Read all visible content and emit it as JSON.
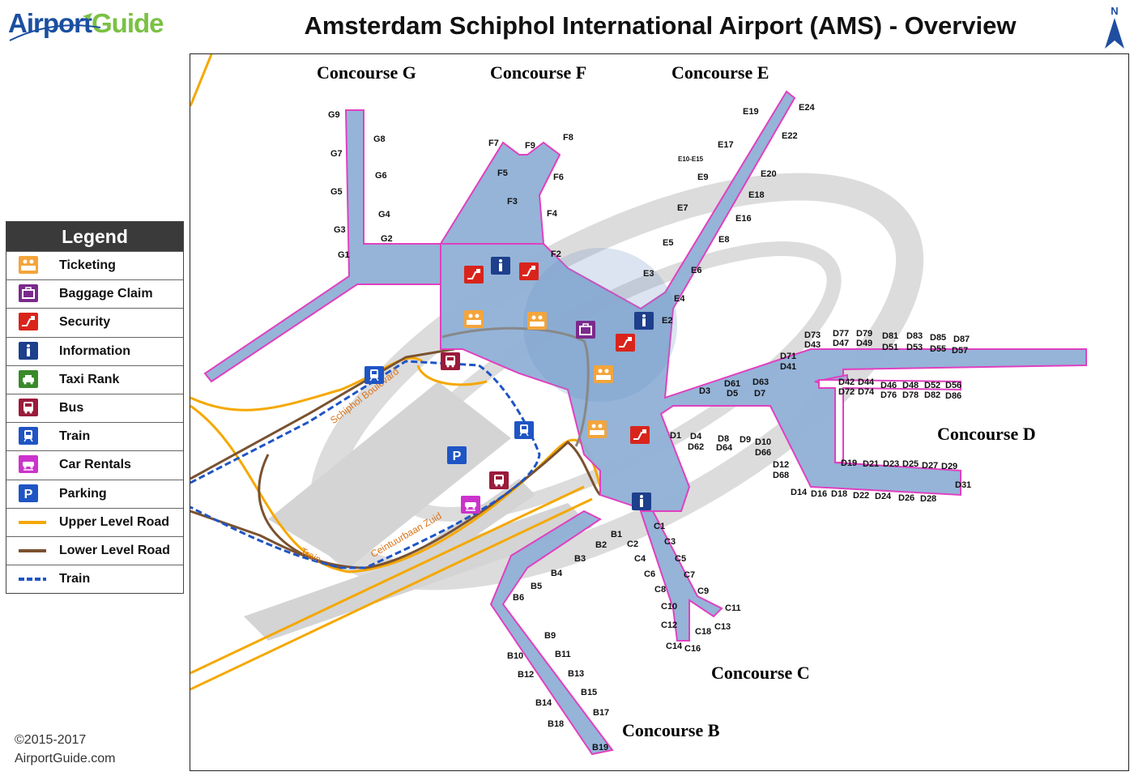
{
  "header": {
    "logo_part1": "Airport",
    "logo_part2": "Guide",
    "title": "Amsterdam Schiphol International Airport (AMS) - Overview"
  },
  "legend": {
    "title": "Legend",
    "items": [
      {
        "label": "Ticketing",
        "icon": "ticketing-icon",
        "color": "#f3a53b"
      },
      {
        "label": "Baggage Claim",
        "icon": "baggage-claim-icon",
        "color": "#7b2a8c"
      },
      {
        "label": "Security",
        "icon": "security-icon",
        "color": "#d9241c"
      },
      {
        "label": "Information",
        "icon": "information-icon",
        "color": "#1d3f8c"
      },
      {
        "label": "Taxi Rank",
        "icon": "taxi-icon",
        "color": "#3a8a2a"
      },
      {
        "label": "Bus",
        "icon": "bus-icon",
        "color": "#9b1b3a"
      },
      {
        "label": "Train",
        "icon": "train-icon",
        "color": "#1f55c4"
      },
      {
        "label": "Car Rentals",
        "icon": "car-rental-icon",
        "color": "#cc33cc"
      },
      {
        "label": "Parking",
        "icon": "parking-icon",
        "color": "#1f55c4"
      },
      {
        "label": "Upper Level Road",
        "icon": "upper-road-line",
        "color": "#f5a800"
      },
      {
        "label": "Lower Level  Road",
        "icon": "lower-road-line",
        "color": "#7a5230"
      },
      {
        "label": "Train",
        "icon": "train-line",
        "color": "#1f55c4"
      }
    ]
  },
  "concourses": {
    "G": "Concourse G",
    "F": "Concourse F",
    "E": "Concourse E",
    "D": "Concourse D",
    "C": "Concourse C",
    "B": "Concourse B"
  },
  "roads": {
    "boulevard": "Schiphol Boulevard",
    "zuid": "Ceintuurbaan Zuid",
    "train": "Train"
  },
  "gates": {
    "G": [
      "G9",
      "G8",
      "G7",
      "G6",
      "G5",
      "G4",
      "G3",
      "G2",
      "G1"
    ],
    "F": [
      "F7",
      "F9",
      "F8",
      "F5",
      "F6",
      "F3",
      "F4",
      "F2"
    ],
    "E": [
      "E19",
      "E24",
      "E22",
      "E17",
      "E10-E15",
      "E20",
      "E9",
      "E18",
      "E7",
      "E16",
      "E5",
      "E8",
      "E3",
      "E6",
      "E4",
      "E2"
    ],
    "D": [
      "D73",
      "D43",
      "D77",
      "D47",
      "D79",
      "D49",
      "D81",
      "D51",
      "D83",
      "D53",
      "D85",
      "D55",
      "D87",
      "D57",
      "D71",
      "D41",
      "D42",
      "D72",
      "D44",
      "D74",
      "D46",
      "D76",
      "D48",
      "D78",
      "D52",
      "D82",
      "D56",
      "D86",
      "D61",
      "D5",
      "D63",
      "D7",
      "D3",
      "D1",
      "D4",
      "D62",
      "D8",
      "D64",
      "D9",
      "D10",
      "D66",
      "D12",
      "D68",
      "D14",
      "D16",
      "D18",
      "D22",
      "D24",
      "D26",
      "D28",
      "D19",
      "D21",
      "D23",
      "D25",
      "D27",
      "D29",
      "D31"
    ],
    "C": [
      "C1",
      "C2",
      "C3",
      "C4",
      "C5",
      "C6",
      "C7",
      "C8",
      "C9",
      "C10",
      "C11",
      "C12",
      "C13",
      "C18",
      "C14",
      "C16"
    ],
    "B": [
      "B1",
      "B2",
      "B3",
      "B4",
      "B5",
      "B6",
      "B9",
      "B10",
      "B11",
      "B12",
      "B13",
      "B14",
      "B15",
      "B17",
      "B18",
      "B19"
    ]
  },
  "copyright": {
    "line1": "©2015-2017",
    "line2": "AirportGuide.com"
  },
  "colors": {
    "terminal_fill": "#8fb0d6",
    "terminal_outline": "#e040c0",
    "upper_road": "#f5a800",
    "lower_road": "#7a5230",
    "train_line": "#1f55c4",
    "ground": "#d8d8d8"
  }
}
